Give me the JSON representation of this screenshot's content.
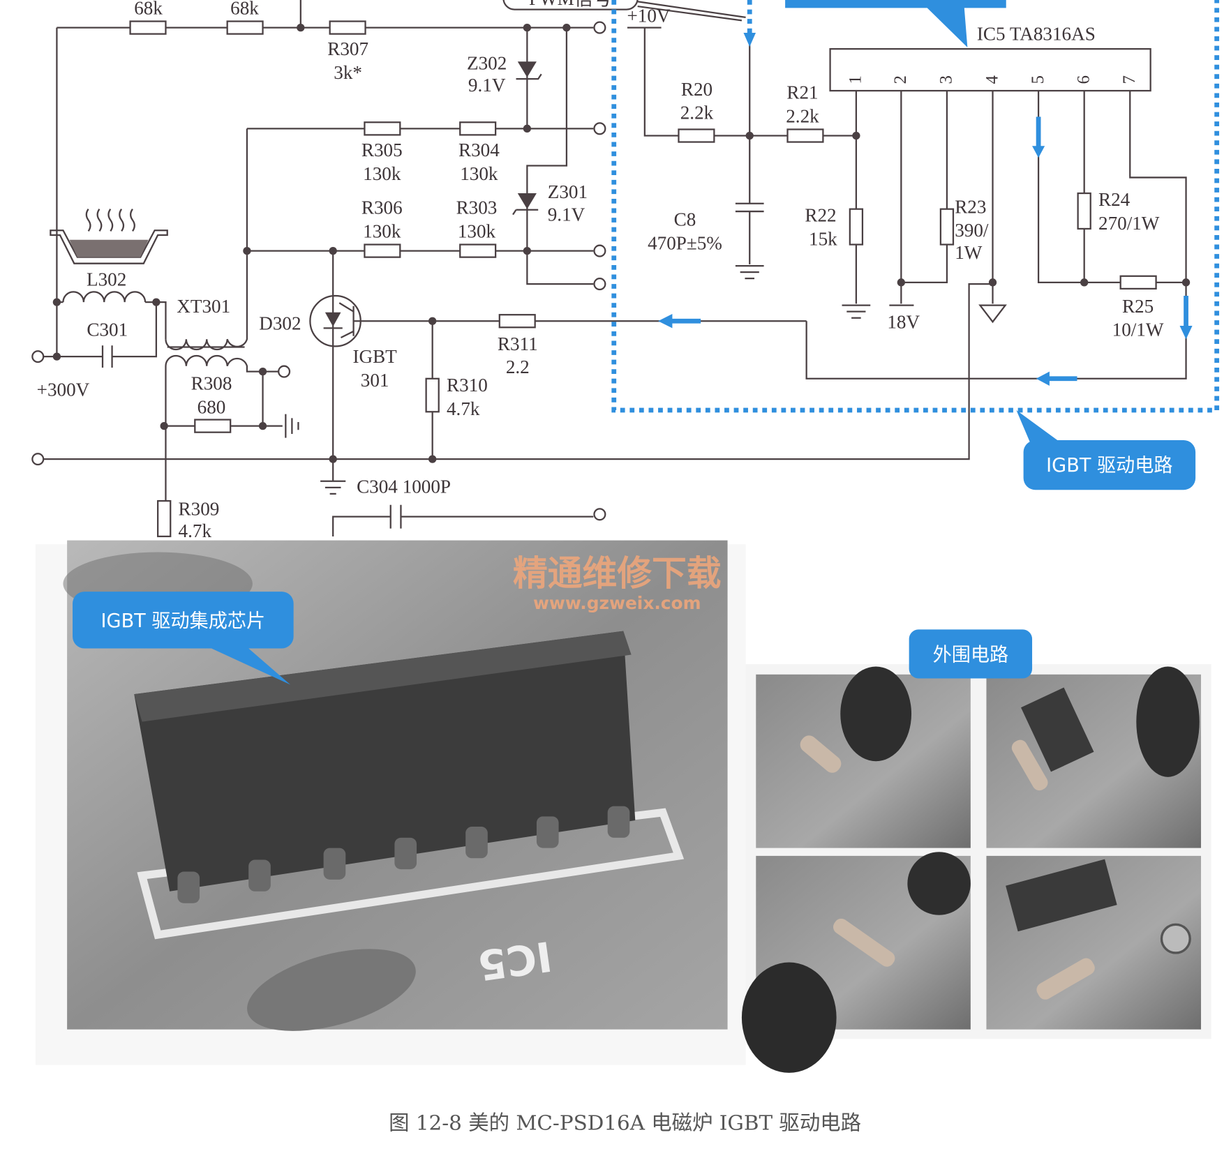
{
  "figure": {
    "caption": "图 12-8   美的 MC-PSD16A 电磁炉 IGBT 驱动电路",
    "watermark": {
      "title": "精通维修下载",
      "url": "www.gzweix.com"
    }
  },
  "callouts": {
    "pwm_signal": "PWM信号",
    "igbt_drive_circuit": "IGBT 驱动电路",
    "igbt_driver_chip": "IGBT 驱动集成芯片",
    "peripheral_circuit": "外围电路"
  },
  "components": {
    "r_top1": "68k",
    "r_top2": "68k",
    "r307": {
      "ref": "R307",
      "value": "3k*"
    },
    "z302": {
      "ref": "Z302",
      "value": "9.1V"
    },
    "r305": {
      "ref": "R305",
      "value": "130k"
    },
    "r304": {
      "ref": "R304",
      "value": "130k"
    },
    "z301": {
      "ref": "Z301",
      "value": "9.1V"
    },
    "r306": {
      "ref": "R306",
      "value": "130k"
    },
    "r303": {
      "ref": "R303",
      "value": "130k"
    },
    "l302": {
      "ref": "L302"
    },
    "xt301": {
      "ref": "XT301"
    },
    "c301": {
      "ref": "C301"
    },
    "supply": "+300V",
    "d302": {
      "ref": "D302"
    },
    "igbt301": {
      "ref": "IGBT",
      "value": "301"
    },
    "r308": {
      "ref": "R308",
      "value": "680"
    },
    "r310": {
      "ref": "R310",
      "value": "4.7k"
    },
    "r311": {
      "ref": "R311",
      "value": "2.2"
    },
    "c304": {
      "ref": "C304 1000P"
    },
    "r309": {
      "ref": "R309",
      "value": "4.7k"
    },
    "v10": "+10V",
    "r20": {
      "ref": "R20",
      "value": "2.2k"
    },
    "r21": {
      "ref": "R21",
      "value": "2.2k"
    },
    "c8": {
      "ref": "C8",
      "value": "470P±5%"
    },
    "ic5": {
      "ref": "IC5 TA8316AS",
      "pins": [
        "1",
        "2",
        "3",
        "4",
        "5",
        "6",
        "7"
      ]
    },
    "r22": {
      "ref": "R22",
      "value": "15k"
    },
    "r23": {
      "ref": "R23",
      "value": "390/",
      "value2": "1W"
    },
    "v18": "18V",
    "r24": {
      "ref": "R24",
      "value": "270/1W"
    },
    "r25": {
      "ref": "R25",
      "value": "10/1W"
    }
  },
  "photo": {
    "pcb_label": "IC5"
  },
  "colors": {
    "accent": "#2f8fde",
    "wire": "#4a4043",
    "watermark": "#f2a77a"
  }
}
